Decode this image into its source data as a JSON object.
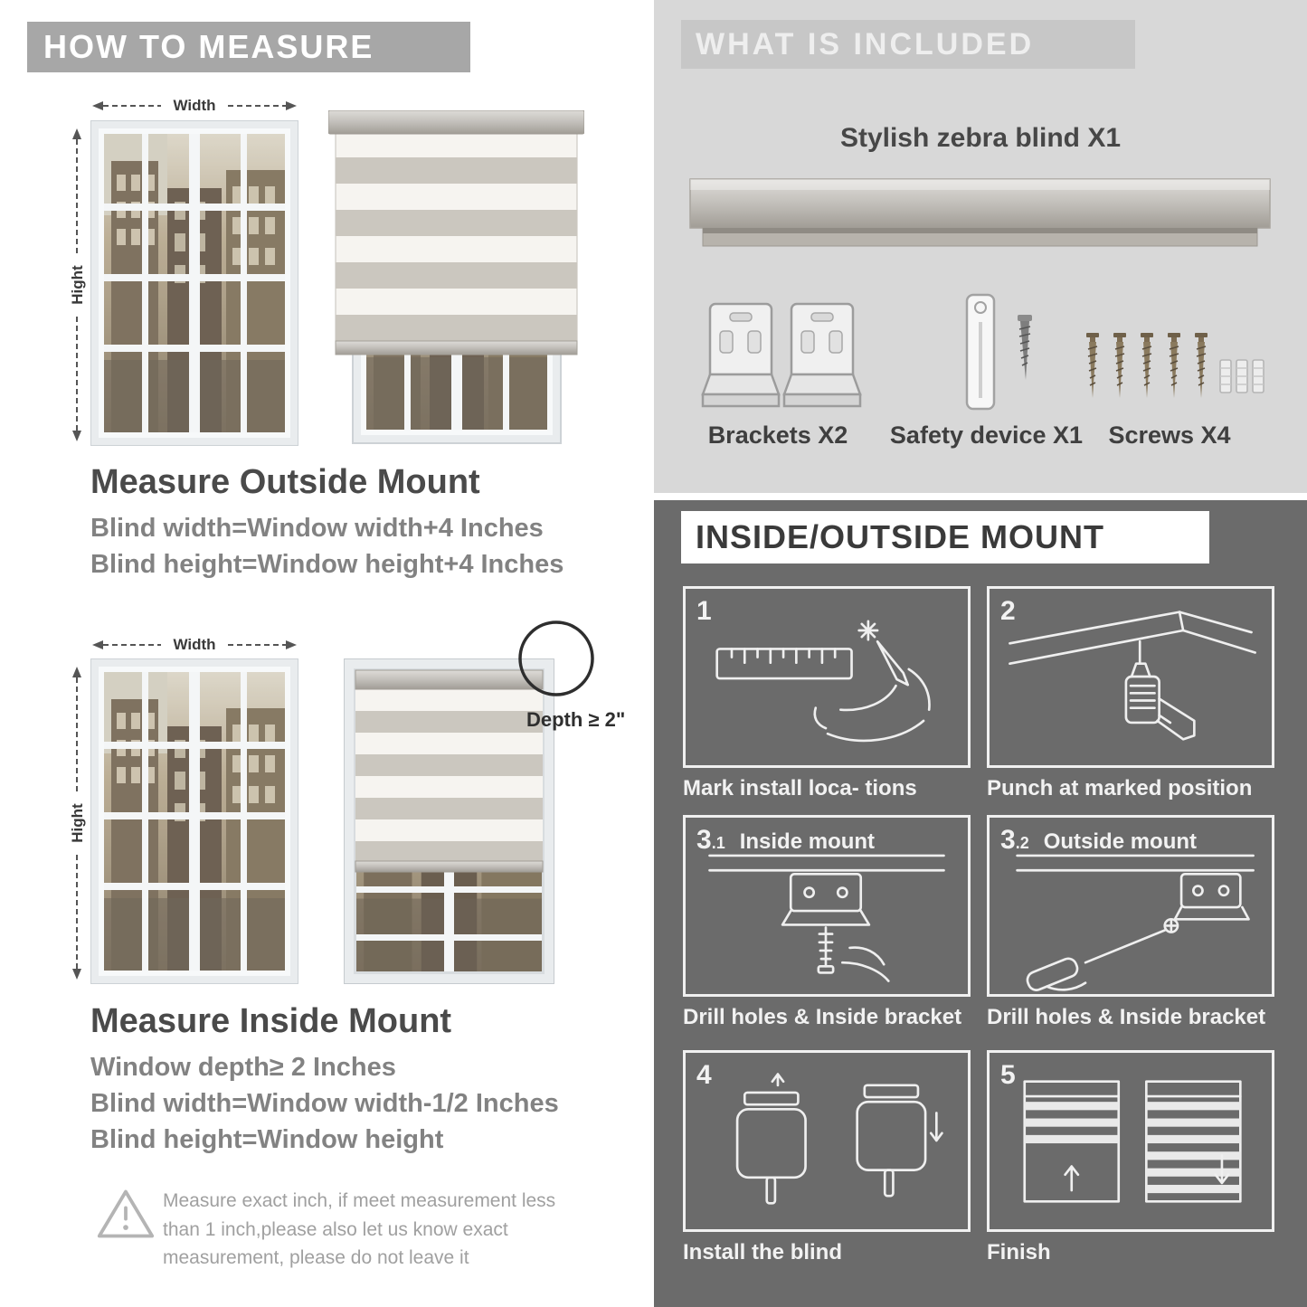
{
  "colors": {
    "banner_gray": "#a7a7a7",
    "included_panel": "#d8d8d8",
    "included_header_band": "#c7c7c7",
    "mount_panel": "#6b6b6b",
    "heading_text": "#4a4a4a",
    "formula_text": "#828282"
  },
  "left": {
    "header": "HOW TO MEASURE",
    "outside": {
      "width_label": "Width",
      "height_label": "Hight",
      "title": "Measure Outside Mount",
      "line1": "Blind width=Window width+4 Inches",
      "line2": "Blind height=Window height+4 Inches"
    },
    "inside": {
      "width_label": "Width",
      "height_label": "Hight",
      "depth_label": "Depth ≥ 2\"",
      "title": "Measure Inside Mount",
      "line1": "Window depth≥ 2 Inches",
      "line2": "Blind width=Window width-1/2 Inches",
      "line3": "Blind height=Window height"
    },
    "note": "Measure exact inch, if meet measurement less than 1 inch,please also let us know exact measurement, please do not leave it"
  },
  "right": {
    "included": {
      "header": "WHAT IS INCLUDED",
      "blind_label": "Stylish zebra blind X1",
      "items": [
        {
          "label": "Brackets X2"
        },
        {
          "label": "Safety device X1"
        },
        {
          "label": "Screws X4"
        }
      ]
    },
    "mount": {
      "header": "INSIDE/OUTSIDE MOUNT",
      "steps": [
        {
          "num": "1",
          "sub": "",
          "title": "",
          "caption": "Mark install loca- tions"
        },
        {
          "num": "2",
          "sub": "",
          "title": "",
          "caption": "Punch at  marked position"
        },
        {
          "num": "3",
          "sub": ".1",
          "title": "Inside mount",
          "caption": "Drill holes &  Inside bracket"
        },
        {
          "num": "3",
          "sub": ".2",
          "title": "Outside mount",
          "caption": "Drill holes &  Inside bracket"
        },
        {
          "num": "4",
          "sub": "",
          "title": "",
          "caption": "Install the blind"
        },
        {
          "num": "5",
          "sub": "",
          "title": "",
          "caption": "Finish"
        }
      ]
    }
  }
}
